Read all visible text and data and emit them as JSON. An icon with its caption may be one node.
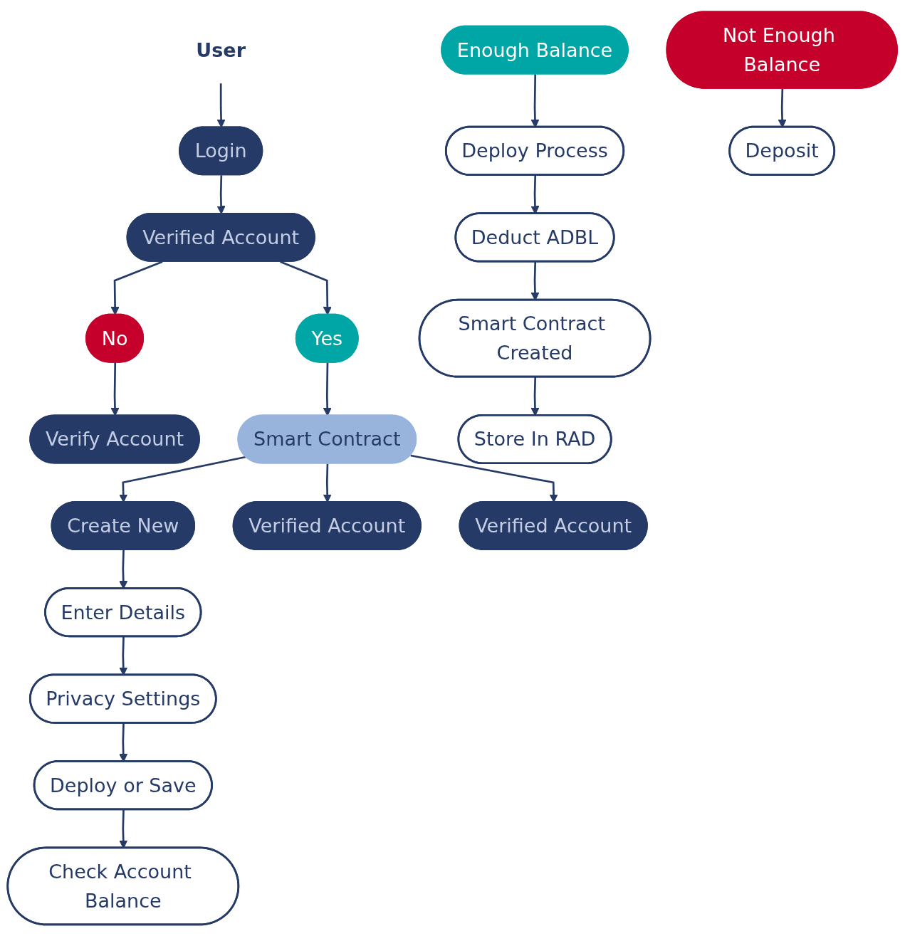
{
  "diagram": {
    "nodes": [
      {
        "text": [
          "User"
        ]
      },
      {
        "text": [
          "Login"
        ]
      },
      {
        "text": [
          "Verified Account"
        ]
      },
      {
        "text": [
          "Yes"
        ]
      },
      {
        "text": [
          "No"
        ]
      },
      {
        "text": [
          "Verify Account"
        ]
      },
      {
        "text": [
          "Smart Contract"
        ]
      },
      {
        "text": [
          "Create New"
        ]
      },
      {
        "text": [
          "Verified Account"
        ]
      },
      {
        "text": [
          "Verified Account"
        ]
      },
      {
        "text": [
          "Enter Details"
        ]
      },
      {
        "text": [
          "Enough Balance"
        ]
      },
      {
        "text": [
          "Not Enough Balance"
        ]
      },
      {
        "text": [
          "Privacy Settings"
        ]
      },
      {
        "text": [
          "Deploy Process"
        ]
      },
      {
        "text": [
          "Deposit"
        ]
      },
      {
        "text": [
          "Deploy or Save"
        ]
      },
      {
        "text": [
          "Deduct ADBL"
        ]
      },
      {
        "text": [
          "Check Account Balance"
        ]
      },
      {
        "text": [
          "Smart Contract Created"
        ]
      },
      {
        "text": [
          "Store In RAD"
        ]
      }
    ],
    "edges": [
      {
        "from": 0,
        "to": 1,
        "arrow": "to"
      },
      {
        "from": 1,
        "to": 2,
        "arrow": "to"
      },
      {
        "from": 2,
        "to": 3,
        "arrow": "to"
      },
      {
        "from": 2,
        "to": 4,
        "arrow": "to"
      },
      {
        "from": 4,
        "to": 5,
        "arrow": "to"
      },
      {
        "from": 3,
        "to": 6,
        "arrow": "to"
      },
      {
        "from": 6,
        "to": 7,
        "arrow": "to"
      },
      {
        "from": 6,
        "to": 8,
        "arrow": "to"
      },
      {
        "from": 6,
        "to": 9,
        "arrow": "to"
      },
      {
        "from": 7,
        "to": 10,
        "arrow": "to"
      },
      {
        "from": 10,
        "to": 13,
        "arrow": "to"
      },
      {
        "from": 13,
        "to": 16,
        "arrow": "to"
      },
      {
        "from": 16,
        "to": 18,
        "arrow": "to"
      },
      {
        "from": 11,
        "to": 14,
        "arrow": "to"
      },
      {
        "from": 14,
        "to": 17,
        "arrow": "to"
      },
      {
        "from": 17,
        "to": 19,
        "arrow": "to"
      },
      {
        "from": 19,
        "to": 20,
        "arrow": "to"
      },
      {
        "from": 12,
        "to": 15,
        "arrow": "to"
      }
    ]
  }
}
